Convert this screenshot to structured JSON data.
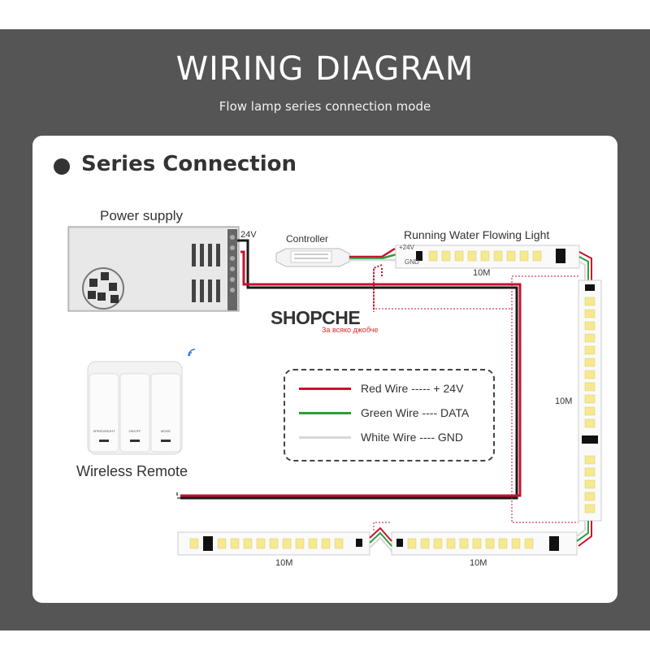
{
  "header": {
    "title": "WIRING DIAGRAM",
    "subtitle": "Flow lamp series connection mode"
  },
  "section": {
    "title": "Series Connection"
  },
  "labels": {
    "power_supply": "Power supply",
    "voltage": "24V",
    "controller": "Controller",
    "strip_title": "Running Water Flowing Light",
    "strip_plus": "+24V",
    "strip_gnd": "GND",
    "length_1": "10M",
    "length_2": "10M",
    "length_3": "10M",
    "length_4": "10M",
    "wireless_remote": "Wireless Remote",
    "remote_btn_1": "SPEED/RIGHT",
    "remote_btn_2": "ON/OFF",
    "remote_btn_3": "MODE"
  },
  "legend": [
    {
      "text": "Red Wire ----- + 24V",
      "color": "#c8102e"
    },
    {
      "text": "Green Wire ---- DATA",
      "color": "#2e9e3a"
    },
    {
      "text": "White Wire ---- GND",
      "color": "#d8d8d8"
    }
  ],
  "watermark": {
    "brand": "SHOPCHE",
    "tagline": "За всяко джобче"
  },
  "colors": {
    "frame": "#555555",
    "red_wire": "#c8102e",
    "green_wire": "#2e9e3a",
    "white_wire": "#d8d8d8",
    "black_wire": "#1a1a1a",
    "led": "#f7e98e"
  }
}
